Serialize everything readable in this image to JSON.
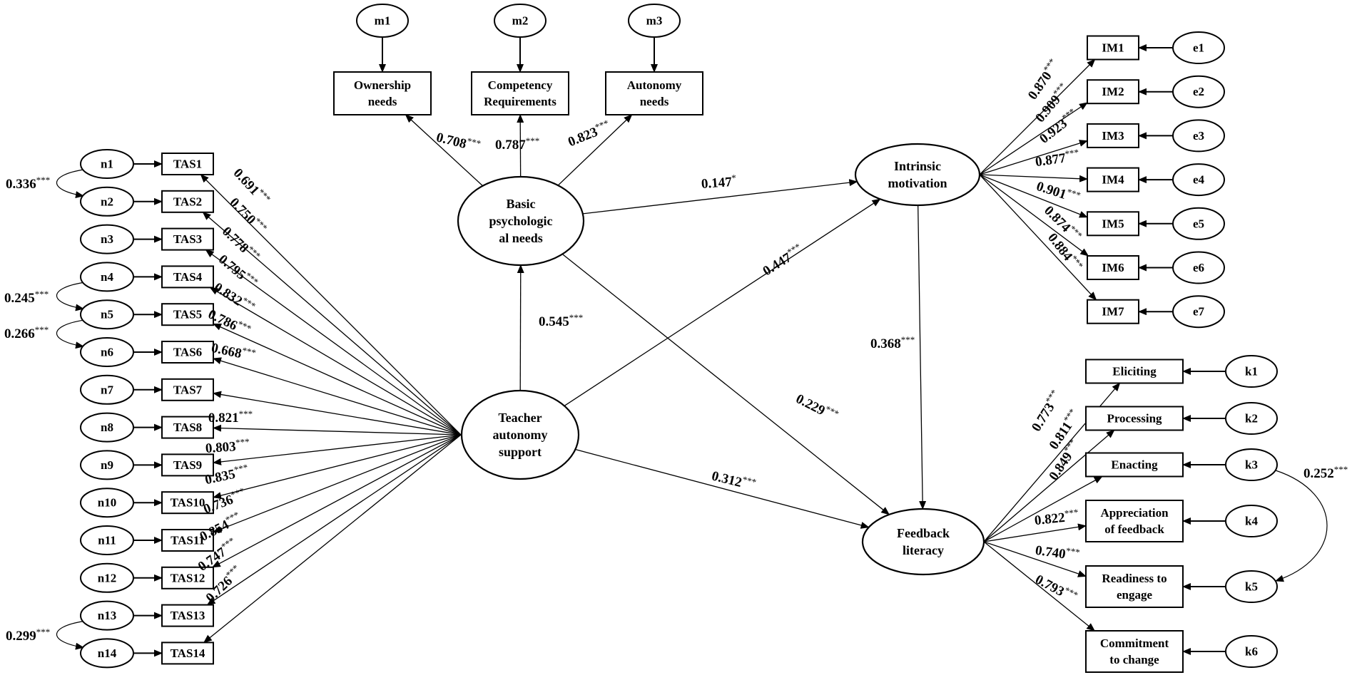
{
  "nodes": {
    "m1": "m1",
    "m2": "m2",
    "m3": "m3",
    "ownership": [
      "Ownership",
      "needs"
    ],
    "competency": [
      "Competency",
      "Requirements"
    ],
    "autonomy": [
      "Autonomy",
      "needs"
    ],
    "bpn": [
      "Basic",
      "psychologic",
      "al needs"
    ],
    "tas_factor": [
      "Teacher",
      "autonomy",
      "support"
    ],
    "im_factor": [
      "Intrinsic",
      "motivation"
    ],
    "fl_factor": [
      "Feedback",
      "literacy"
    ],
    "n": [
      "n1",
      "n2",
      "n3",
      "n4",
      "n5",
      "n6",
      "n7",
      "n8",
      "n9",
      "n10",
      "n11",
      "n12",
      "n13",
      "n14"
    ],
    "tas": [
      "TAS1",
      "TAS2",
      "TAS3",
      "TAS4",
      "TAS5",
      "TAS6",
      "TAS7",
      "TAS8",
      "TAS9",
      "TAS10",
      "TAS11",
      "TAS12",
      "TAS13",
      "TAS14"
    ],
    "im": [
      "IM1",
      "IM2",
      "IM3",
      "IM4",
      "IM5",
      "IM6",
      "IM7"
    ],
    "e": [
      "e1",
      "e2",
      "e3",
      "e4",
      "e5",
      "e6",
      "e7"
    ],
    "fl": [
      [
        "Eliciting"
      ],
      [
        "Processing"
      ],
      [
        "Enacting"
      ],
      [
        "Appreciation",
        "of feedback"
      ],
      [
        "Readiness to",
        "engage"
      ],
      [
        "Commitment",
        "to change"
      ]
    ],
    "k": [
      "k1",
      "k2",
      "k3",
      "k4",
      "k5",
      "k6"
    ]
  },
  "coefficients": {
    "bpn_loadings": [
      {
        "v": "0.708",
        "s": "***"
      },
      {
        "v": "0.787",
        "s": "***"
      },
      {
        "v": "0.823",
        "s": "***"
      }
    ],
    "tas_loadings": [
      {
        "v": "0.691",
        "s": "***"
      },
      {
        "v": "0.750",
        "s": "***"
      },
      {
        "v": "0.778",
        "s": "***"
      },
      {
        "v": "0.795",
        "s": "***"
      },
      {
        "v": "0.832",
        "s": "***"
      },
      {
        "v": "0.786",
        "s": "***"
      },
      {
        "v": "0.668",
        "s": "***"
      },
      {
        "v": "0.821",
        "s": "***"
      },
      {
        "v": "0.803",
        "s": "***"
      },
      {
        "v": "0.835",
        "s": "***"
      },
      {
        "v": "0.736",
        "s": "***"
      },
      {
        "v": "0.854",
        "s": "***"
      },
      {
        "v": "0.747",
        "s": "***"
      },
      {
        "v": "0.726",
        "s": "***"
      }
    ],
    "im_loadings": [
      {
        "v": "0.870",
        "s": "***"
      },
      {
        "v": "0.909",
        "s": "***"
      },
      {
        "v": "0.923",
        "s": "***"
      },
      {
        "v": "0.877",
        "s": "***"
      },
      {
        "v": "0.901",
        "s": "***"
      },
      {
        "v": "0.874",
        "s": "***"
      },
      {
        "v": "0.884",
        "s": "***"
      }
    ],
    "fl_loadings": [
      {
        "v": "0.773",
        "s": "***"
      },
      {
        "v": "0.811",
        "s": "***"
      },
      {
        "v": "0.849",
        "s": "***"
      },
      {
        "v": "0.822",
        "s": "***"
      },
      {
        "v": "0.740",
        "s": "***"
      },
      {
        "v": "0.793",
        "s": "***"
      }
    ],
    "paths": {
      "tas_bpn": {
        "v": "0.545",
        "s": "***"
      },
      "bpn_im": {
        "v": "0.147",
        "s": "*"
      },
      "tas_im": {
        "v": "0.447",
        "s": "***"
      },
      "im_fl": {
        "v": "0.368",
        "s": "***"
      },
      "bpn_fl": {
        "v": "0.229",
        "s": "***"
      },
      "tas_fl": {
        "v": "0.312",
        "s": "***"
      }
    },
    "covariances": {
      "n1_n2": {
        "v": "0.336",
        "s": "***"
      },
      "n4_n5": {
        "v": "0.245",
        "s": "***"
      },
      "n5_n6": {
        "v": "0.266",
        "s": "***"
      },
      "n13_n14": {
        "v": "0.299",
        "s": "***"
      },
      "k3_k5": {
        "v": "0.252",
        "s": "***"
      }
    }
  }
}
